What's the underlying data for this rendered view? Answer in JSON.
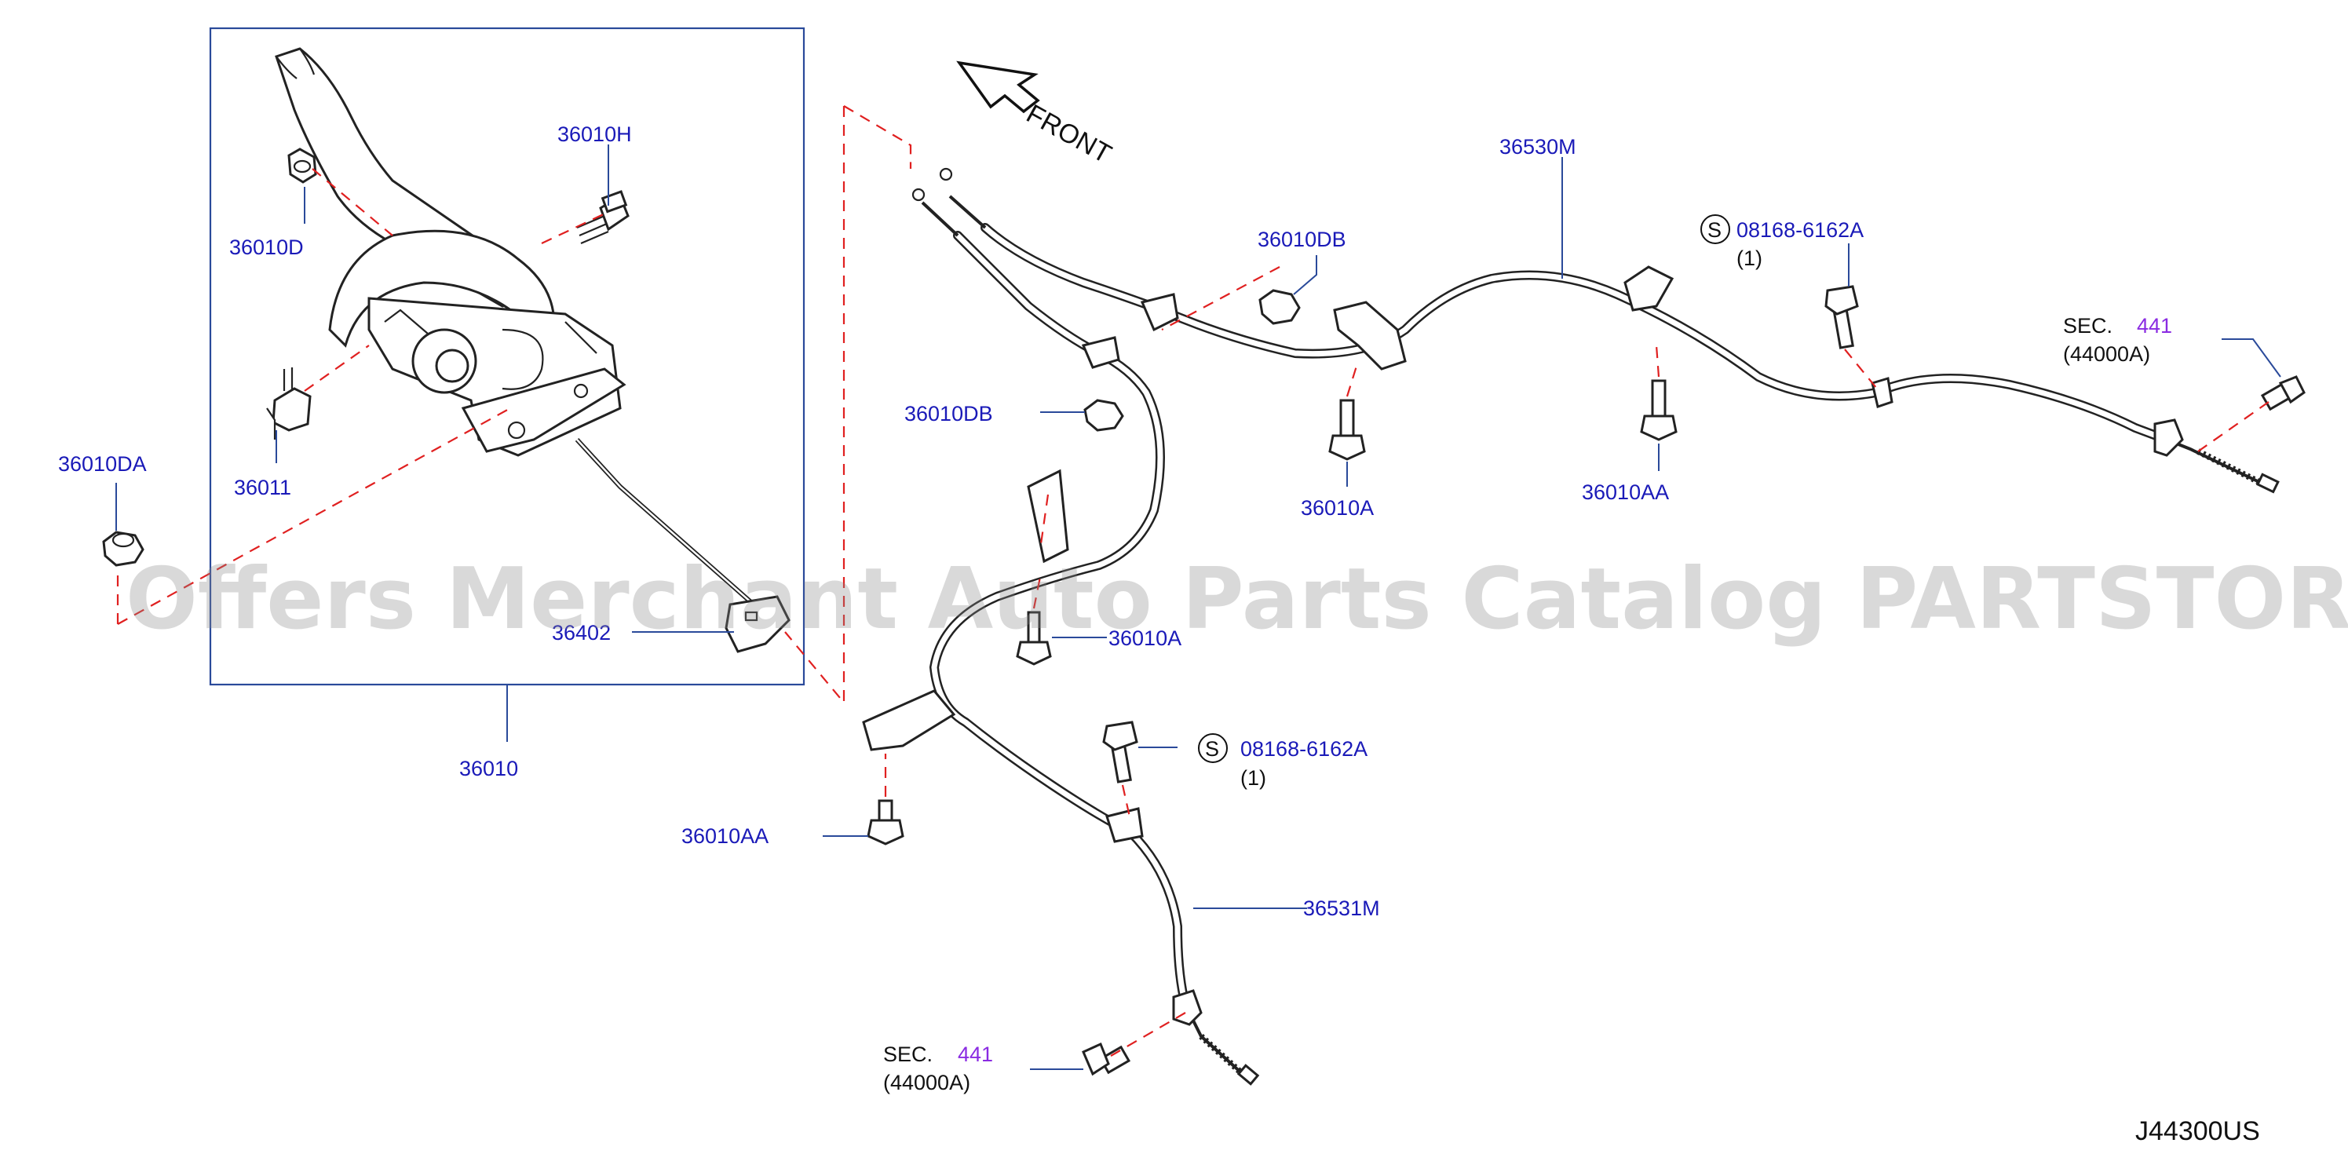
{
  "diagram": {
    "front_label": "FRONT",
    "diagram_code": "J44300US",
    "watermark": "Offers Merchant Auto Parts Catalog PARTSTORE.SA",
    "colors": {
      "label_blue": "#1a1ab8",
      "sec_purple": "#8a2be2",
      "dash_red": "#e02020",
      "box_blue": "#2a4a9a"
    },
    "labels": {
      "p36010H": "36010H",
      "p36010D": "36010D",
      "p36011": "36011",
      "p36010DA": "36010DA",
      "p36402": "36402",
      "p36010": "36010",
      "p36530M": "36530M",
      "p36010DB_top": "36010DB",
      "p36010DB_mid": "36010DB",
      "p36010A_mid": "36010A",
      "p36010A_low": "36010A",
      "p36010AA_right": "36010AA",
      "p36010AA_left": "36010AA",
      "p36531M": "36531M"
    },
    "callouts": {
      "screw_top": {
        "symbol": "S",
        "part": "08168-6162A",
        "qty": "(1)"
      },
      "screw_bottom": {
        "symbol": "S",
        "part": "08168-6162A",
        "qty": "(1)"
      },
      "sec_right": {
        "prefix": "SEC.",
        "num": "441",
        "ref": "(44000A)"
      },
      "sec_bottom": {
        "prefix": "SEC.",
        "num": "441",
        "ref": "(44000A)"
      }
    },
    "icons": [
      "front-arrow-icon",
      "bolt-icon",
      "nut-icon",
      "clip-icon",
      "cable-icon"
    ]
  }
}
